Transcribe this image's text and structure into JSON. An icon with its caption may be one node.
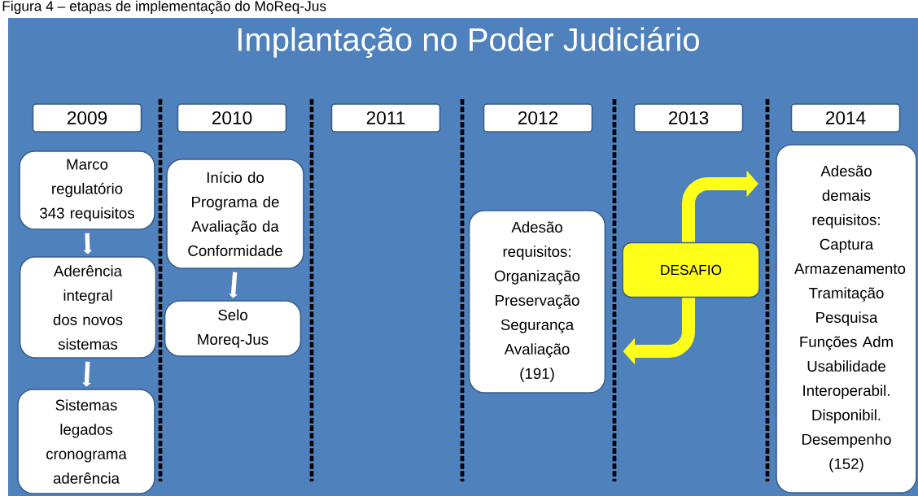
{
  "diagram": {
    "title": "Implantação no Poder Judiciário",
    "caption": "Figura 4 – etapas de implementação do MoReq-Jus",
    "nodes": [
      {
        "text": [
          "2009"
        ]
      },
      {
        "text": [
          "2010"
        ]
      },
      {
        "text": [
          "2011"
        ]
      },
      {
        "text": [
          "2012"
        ]
      },
      {
        "text": [
          "2013"
        ]
      },
      {
        "text": [
          "2014"
        ]
      },
      {
        "text": [
          "Marco regulatório 343 requisitos"
        ]
      },
      {
        "text": [
          "Aderência integral dos novos sistemas"
        ]
      },
      {
        "text": [
          "Sistemas legados cronograma aderência"
        ]
      },
      {
        "text": [
          "Início do Programa de Avaliação da Conformidade"
        ]
      },
      {
        "text": [
          "Selo Moreq-Jus"
        ]
      },
      {
        "text": [
          "Adesão requisitos:",
          "Organização",
          "Preservação",
          "Segurança",
          "Avaliação",
          "(191)"
        ]
      },
      {
        "text": [
          "DESAFIO"
        ]
      },
      {
        "text": [
          "Adesão demais requisitos:",
          "Captura",
          "Armazenamento",
          "Tramitação",
          "Pesquisa",
          "Funções Adm",
          "Usabilidade",
          "Interoperabil.",
          "Disponibil.",
          "Desempenho",
          "(152)"
        ]
      }
    ],
    "edges": [
      {
        "from": 6,
        "to": 7,
        "arrow": "to"
      },
      {
        "from": 7,
        "to": 8,
        "arrow": "to"
      },
      {
        "from": 9,
        "to": 10,
        "arrow": "to"
      },
      {
        "from": 12,
        "to": 13,
        "arrow": "to",
        "color": "#ffff1a",
        "style": "thick"
      },
      {
        "from": 12,
        "to": 11,
        "arrow": "to",
        "color": "#ffff1a",
        "style": "thick"
      }
    ]
  }
}
